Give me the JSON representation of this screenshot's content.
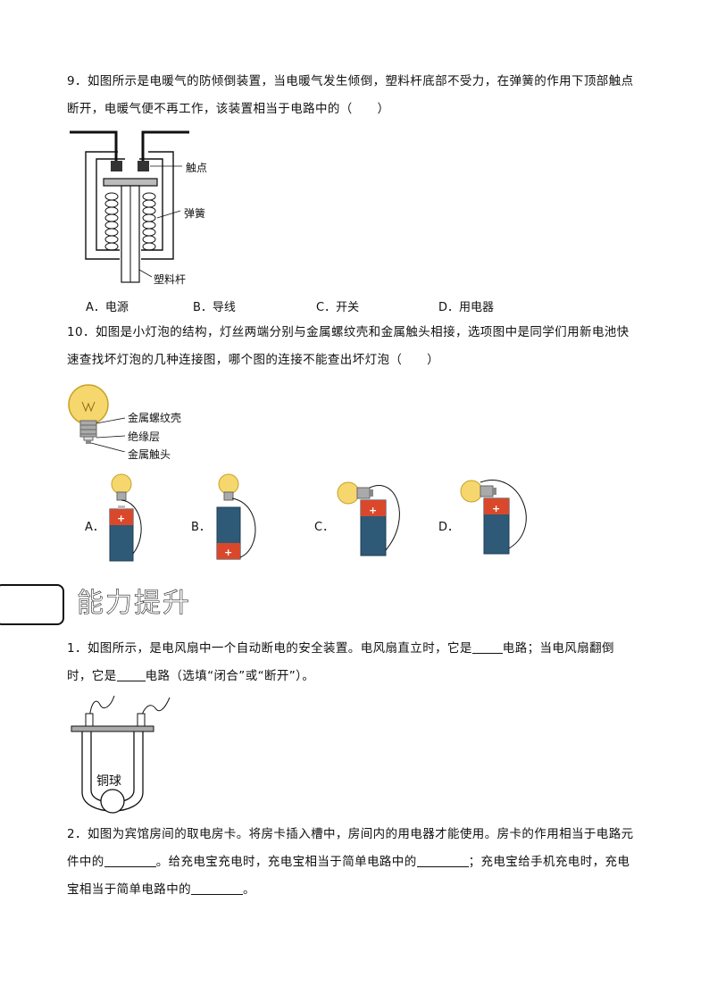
{
  "q9": {
    "line1": "9．如图所示是电暖气的防倾倒装置，当电暖气发生倾倒，塑料杆底部不受力，在弹簧的作用下顶部触点",
    "line2": "断开，电暖气便不再工作，该装置相当于电路中的（　　）",
    "labels": {
      "contact": "触点",
      "spring": "弹簧",
      "rod": "塑料杆"
    },
    "options": [
      "A．电源",
      "B．导线",
      "C．开关",
      "D．用电器"
    ]
  },
  "q10": {
    "line1": "10．如图是小灯泡的结构，灯丝两端分别与金属螺纹壳和金属触头相接，选项图中是同学们用新电池快",
    "line2": "速查找坏灯泡的几种连接图，哪个图的连接不能查出坏灯泡（　　）",
    "labels": {
      "shell": "金属螺纹壳",
      "insulation": "绝缘层",
      "tip": "金属触头"
    },
    "options": [
      "A．",
      "B．",
      "C．",
      "D．"
    ],
    "plus": "+"
  },
  "section": {
    "title": "能力提升"
  },
  "p1": {
    "l1a": "1．如图所示，是电风扇中一个自动断电的安全装置。电风扇直立时，它是",
    "l1b": "电路；当电风扇翻倒",
    "l2a": "时，它是",
    "l2b": "电路（选填“闭合”或“断开”）。",
    "ball_label": "铜球"
  },
  "p2": {
    "l1": "2．如图为宾馆房间的取电房卡。将房卡插入槽中，房间内的用电器才能使用。房卡的作用相当于电路元",
    "l2a": "件中的",
    "l2b": "。给充电宝充电时，充电宝相当于简单电路中的",
    "l2c": "；充电宝给手机充电时，充电",
    "l3a": "宝相当于简单电路中的",
    "l3b": "。"
  }
}
